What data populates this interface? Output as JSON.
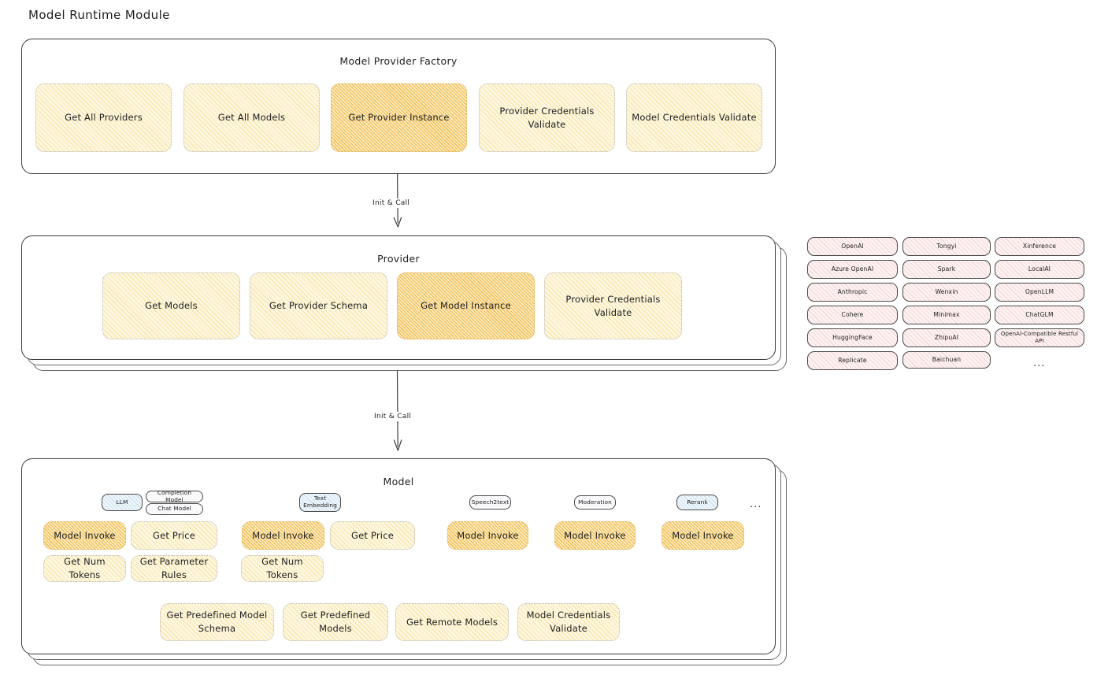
{
  "title": "Model Runtime Module",
  "factory": {
    "title": "Model Provider Factory",
    "nodes": [
      {
        "label": "Get All Providers",
        "highlight": false
      },
      {
        "label": "Get All Models",
        "highlight": false
      },
      {
        "label": "Get Provider Instance",
        "highlight": true
      },
      {
        "label": "Provider Credentials Validate",
        "highlight": false
      },
      {
        "label": "Model Credentials Validate",
        "highlight": false
      }
    ]
  },
  "arrows": [
    {
      "label": "Init & Call"
    },
    {
      "label": "Init & Call"
    }
  ],
  "provider": {
    "title": "Provider",
    "nodes": [
      {
        "label": "Get Models",
        "highlight": false
      },
      {
        "label": "Get Provider Schema",
        "highlight": false
      },
      {
        "label": "Get Model Instance",
        "highlight": true
      },
      {
        "label": "Provider Credentials Validate",
        "highlight": false
      }
    ]
  },
  "provider_list": {
    "columns": [
      {
        "items": [
          "OpenAI",
          "Azure OpenAI",
          "Anthropic",
          "Cohere",
          "HuggingFace",
          "Replicate"
        ]
      },
      {
        "items": [
          "Tongyi",
          "Spark",
          "Wenxin",
          "Minimax",
          "ZhipuAI",
          "Baichuan"
        ]
      },
      {
        "items": [
          "Xinference",
          "LocalAI",
          "OpenLLM",
          "ChatGLM",
          "OpenAI-Compatible Restful API"
        ]
      }
    ],
    "more": "..."
  },
  "model": {
    "title": "Model",
    "more": "...",
    "types": [
      {
        "badges": [
          {
            "label": "LLM",
            "style": "blue"
          },
          {
            "label": "Completion Model",
            "style": "white"
          },
          {
            "label": "Chat Model",
            "style": "white"
          }
        ],
        "methods": [
          {
            "label": "Model Invoke",
            "highlight": true
          },
          {
            "label": "Get Price",
            "highlight": false
          },
          {
            "label": "Get Num Tokens",
            "highlight": false
          },
          {
            "label": "Get Parameter Rules",
            "highlight": false
          }
        ]
      },
      {
        "badges": [
          {
            "label": "Text Embedding",
            "style": "blue"
          }
        ],
        "methods": [
          {
            "label": "Model Invoke",
            "highlight": true
          },
          {
            "label": "Get Price",
            "highlight": false
          },
          {
            "label": "Get Num Tokens",
            "highlight": false
          }
        ]
      },
      {
        "badges": [
          {
            "label": "Speech2text",
            "style": "white"
          }
        ],
        "methods": [
          {
            "label": "Model Invoke",
            "highlight": true
          }
        ]
      },
      {
        "badges": [
          {
            "label": "Moderation",
            "style": "white"
          }
        ],
        "methods": [
          {
            "label": "Model Invoke",
            "highlight": true
          }
        ]
      },
      {
        "badges": [
          {
            "label": "Rerank",
            "style": "blue"
          }
        ],
        "methods": [
          {
            "label": "Model Invoke",
            "highlight": true
          }
        ]
      }
    ],
    "shared": [
      {
        "label": "Get Predefined Model Schema"
      },
      {
        "label": "Get Predefined Models"
      },
      {
        "label": "Get Remote Models"
      },
      {
        "label": "Model Credentials Validate"
      }
    ]
  },
  "colors": {
    "stroke": "#3c3c3c",
    "yellow_fill": "#fdf6e0",
    "orange_fill": "#fcecc4",
    "pink_fill": "#fdf2f2",
    "blue_fill": "#eef6fb"
  }
}
